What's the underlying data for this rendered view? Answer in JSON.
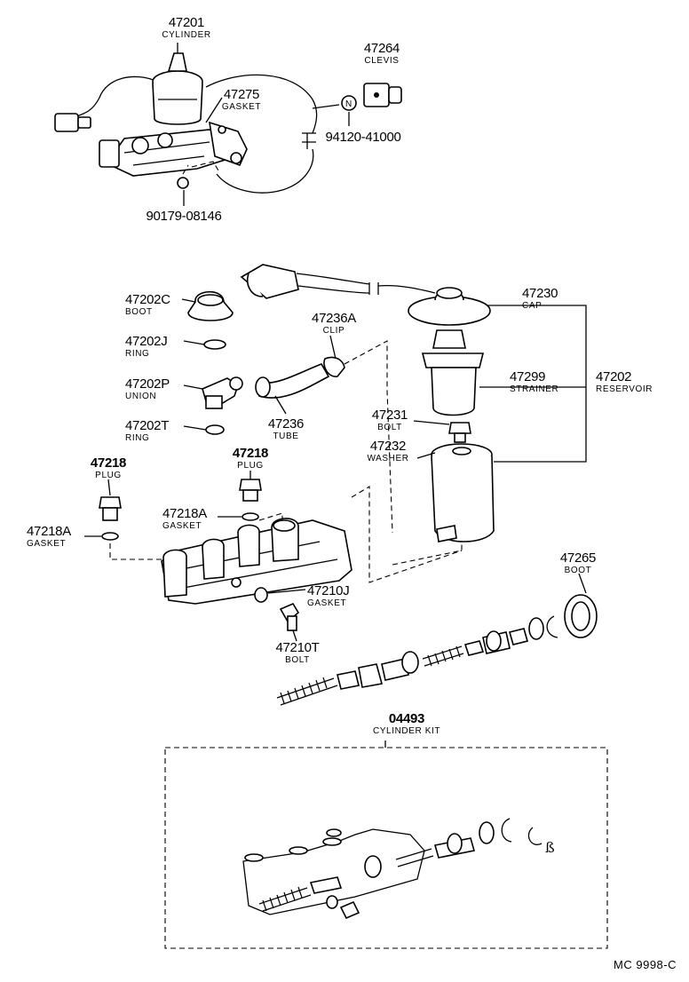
{
  "parts": [
    {
      "id": "p47201",
      "number": "47201",
      "name": "CYLINDER"
    },
    {
      "id": "p47264",
      "number": "47264",
      "name": "CLEVIS"
    },
    {
      "id": "p47275",
      "number": "47275",
      "name": "GASKET"
    },
    {
      "id": "p94120",
      "number": "94120-41000",
      "name": ""
    },
    {
      "id": "p90179",
      "number": "90179-08146",
      "name": ""
    },
    {
      "id": "p47202C",
      "number": "47202C",
      "name": "BOOT"
    },
    {
      "id": "p47236A",
      "number": "47236A",
      "name": "CLIP"
    },
    {
      "id": "p47230",
      "number": "47230",
      "name": "CAP"
    },
    {
      "id": "p47202J",
      "number": "47202J",
      "name": "RING"
    },
    {
      "id": "p47299",
      "number": "47299",
      "name": "STRAINER"
    },
    {
      "id": "p47202",
      "number": "47202",
      "name": "RESERVOIR"
    },
    {
      "id": "p47202P",
      "number": "47202P",
      "name": "UNION"
    },
    {
      "id": "p47236",
      "number": "47236",
      "name": "TUBE"
    },
    {
      "id": "p47231",
      "number": "47231",
      "name": "BOLT"
    },
    {
      "id": "p47202T",
      "number": "47202T",
      "name": "RING"
    },
    {
      "id": "p47232",
      "number": "47232",
      "name": "WASHER"
    },
    {
      "id": "p47218a",
      "number": "47218",
      "name": "PLUG"
    },
    {
      "id": "p47218b",
      "number": "47218",
      "name": "PLUG"
    },
    {
      "id": "p47218A_1",
      "number": "47218A",
      "name": "GASKET"
    },
    {
      "id": "p47218A_2",
      "number": "47218A",
      "name": "GASKET"
    },
    {
      "id": "p47265",
      "number": "47265",
      "name": "BOOT"
    },
    {
      "id": "p47210J",
      "number": "47210J",
      "name": "GASKET"
    },
    {
      "id": "p47210T",
      "number": "47210T",
      "name": "BOLT"
    },
    {
      "id": "p04493",
      "number": "04493",
      "name": "CYLINDER KIT"
    }
  ],
  "callout_n": "N",
  "kit_mark": "ß",
  "ref_code": "MC  9998-C"
}
